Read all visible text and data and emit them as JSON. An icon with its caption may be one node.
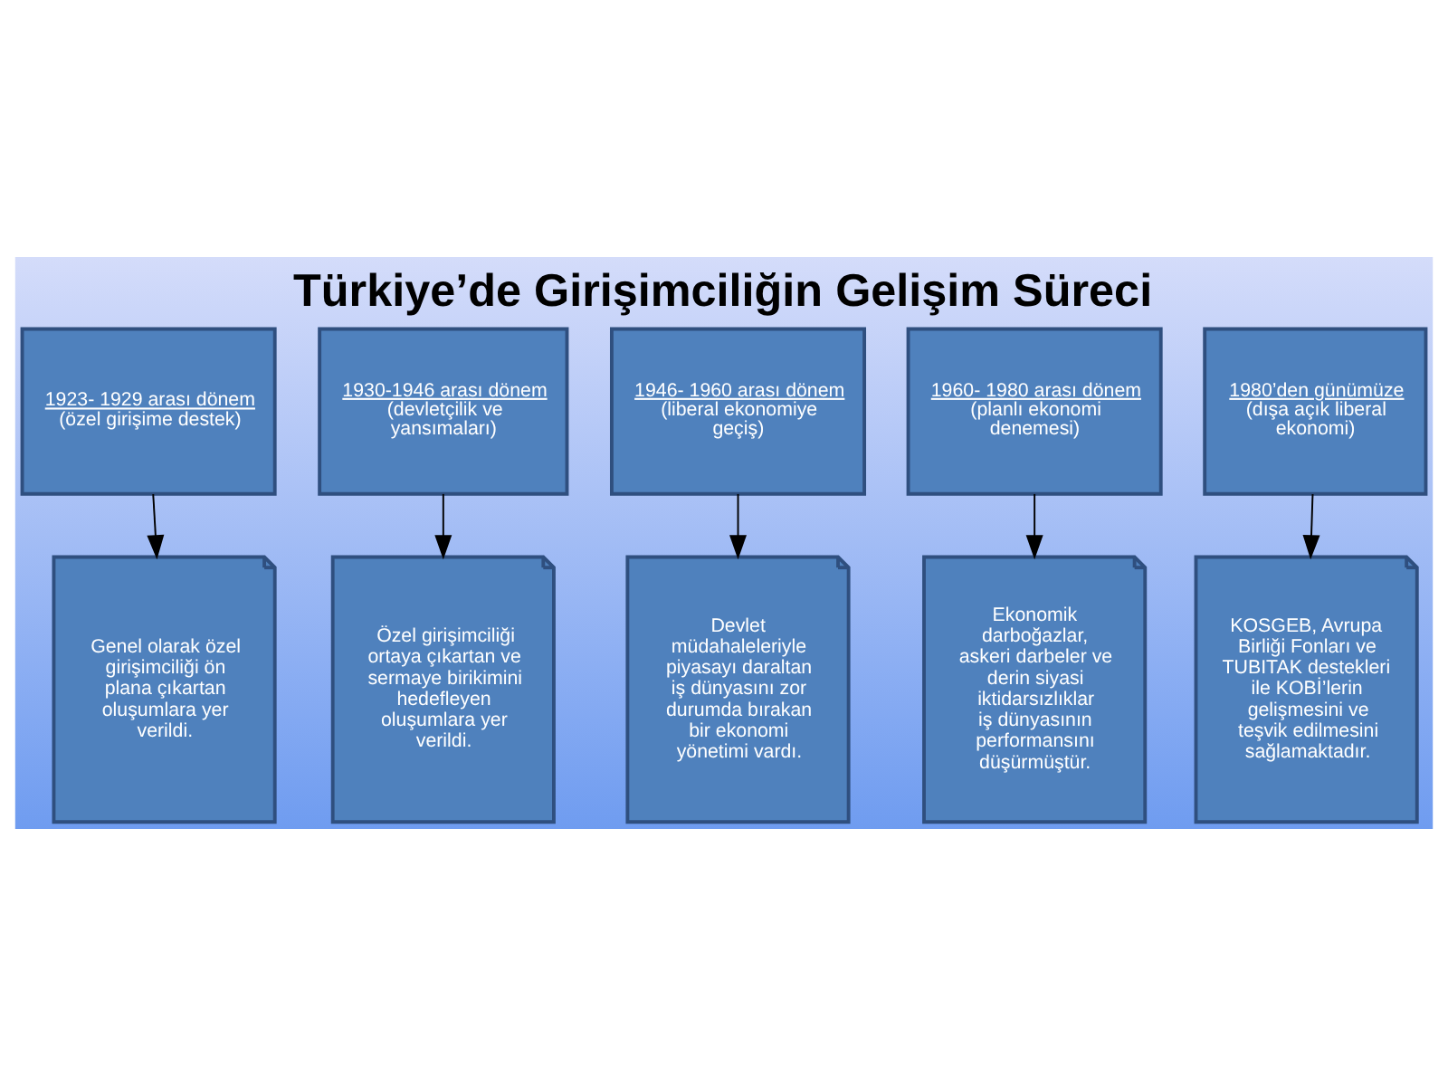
{
  "diagram": {
    "title": "Türkiye’de Girişimciliğin Gelişim Süreci",
    "nodes": [
      {
        "text": [
          "1923- 1929 arası dönem",
          "(özel girişime destek)"
        ]
      },
      {
        "text": [
          "1930-1946 arası dönem",
          "(devletçilik ve yansımaları)"
        ]
      },
      {
        "text": [
          "1946- 1960 arası dönem",
          "(liberal ekonomiye geçiş)"
        ]
      },
      {
        "text": [
          "1960- 1980 arası dönem",
          "(planlı ekonomi denemesi)"
        ]
      },
      {
        "text": [
          "1980’den günümüze",
          "(dışa açık liberal ekonomi)"
        ]
      },
      {
        "text": [
          "Genel olarak özel girişimciliği ön plana çıkartan oluşumlara yer verildi."
        ]
      },
      {
        "text": [
          "Özel girişimciliği ortaya çıkartan ve sermaye birikimini hedefleyen oluşumlara yer verildi."
        ]
      },
      {
        "text": [
          "Devlet müdahaleleriyle piyasayı daraltan iş dünyasını zor durumda bırakan bir ekonomi yönetimi vardı."
        ]
      },
      {
        "text": [
          "Ekonomik darboğazlar, askeri darbeler ve derin siyasi iktidarsızlıklar iş dünyasının performansını düşürmüştür."
        ]
      },
      {
        "text": [
          "KOSGEB, Avrupa Birliği Fonları ve TUBITAK destekleri ile KOBİ’lerin gelişmesini ve teşvik edilmesini sağlamaktadır."
        ]
      }
    ],
    "edges": [
      {
        "from": 0,
        "to": 5,
        "arrow": "to"
      },
      {
        "from": 1,
        "to": 6,
        "arrow": "to"
      },
      {
        "from": 2,
        "to": 7,
        "arrow": "to"
      },
      {
        "from": 3,
        "to": 8,
        "arrow": "to"
      },
      {
        "from": 4,
        "to": 9,
        "arrow": "to"
      }
    ]
  }
}
